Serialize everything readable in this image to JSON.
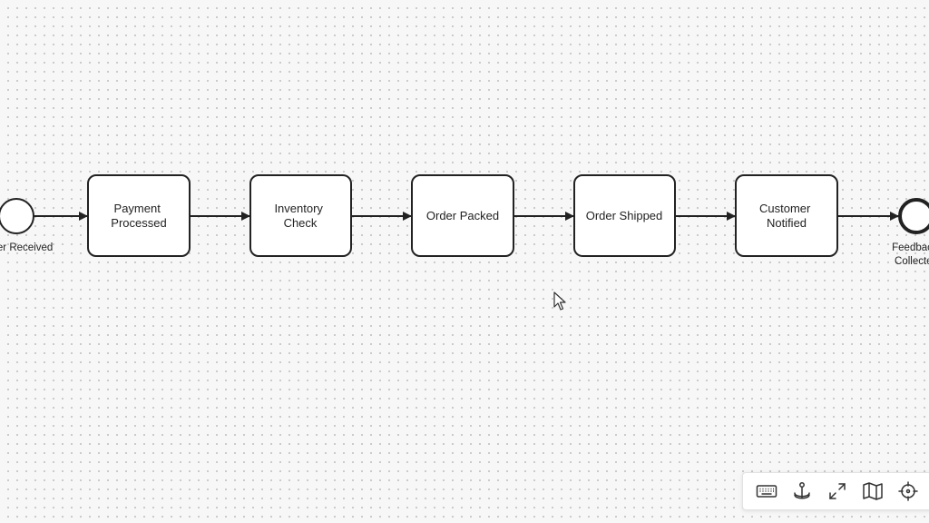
{
  "diagram": {
    "start_event": {
      "label": "Order Received"
    },
    "end_event": {
      "label_lines": [
        "Feedback",
        "Collected"
      ]
    },
    "tasks": [
      {
        "lines": [
          "Payment",
          "Processed"
        ]
      },
      {
        "lines": [
          "Inventory",
          "Check"
        ]
      },
      {
        "lines": [
          "Order Packed"
        ]
      },
      {
        "lines": [
          "Order Shipped"
        ]
      },
      {
        "lines": [
          "Customer",
          "Notified"
        ]
      }
    ]
  },
  "toolbar": {
    "items": [
      {
        "icon": "keyboard-icon"
      },
      {
        "icon": "anchor-icon"
      },
      {
        "icon": "fullscreen-icon"
      },
      {
        "icon": "map-icon"
      },
      {
        "icon": "crosshair-icon"
      }
    ]
  },
  "colors": {
    "stroke": "#222222",
    "task_fill": "#ffffff",
    "canvas_bg": "#f7f7f7",
    "icon": "#333333"
  }
}
